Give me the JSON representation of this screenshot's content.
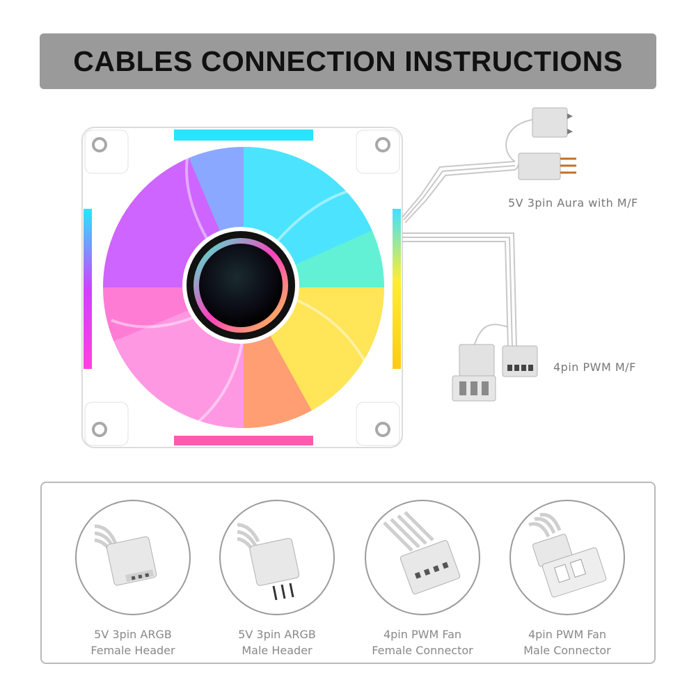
{
  "title": "CABLES CONNECTION INSTRUCTIONS",
  "cables": {
    "aura_label": "5V 3pin Aura with M/F",
    "pwm_label": "4pin PWM M/F"
  },
  "connectors": [
    {
      "line1": "5V 3pin ARGB",
      "line2": "Female Header"
    },
    {
      "line1": "5V 3pin ARGB",
      "line2": "Male Header"
    },
    {
      "line1": "4pin PWM Fan",
      "line2": "Female Connector"
    },
    {
      "line1": "4pin PWM Fan",
      "line2": "Male Connector"
    }
  ]
}
